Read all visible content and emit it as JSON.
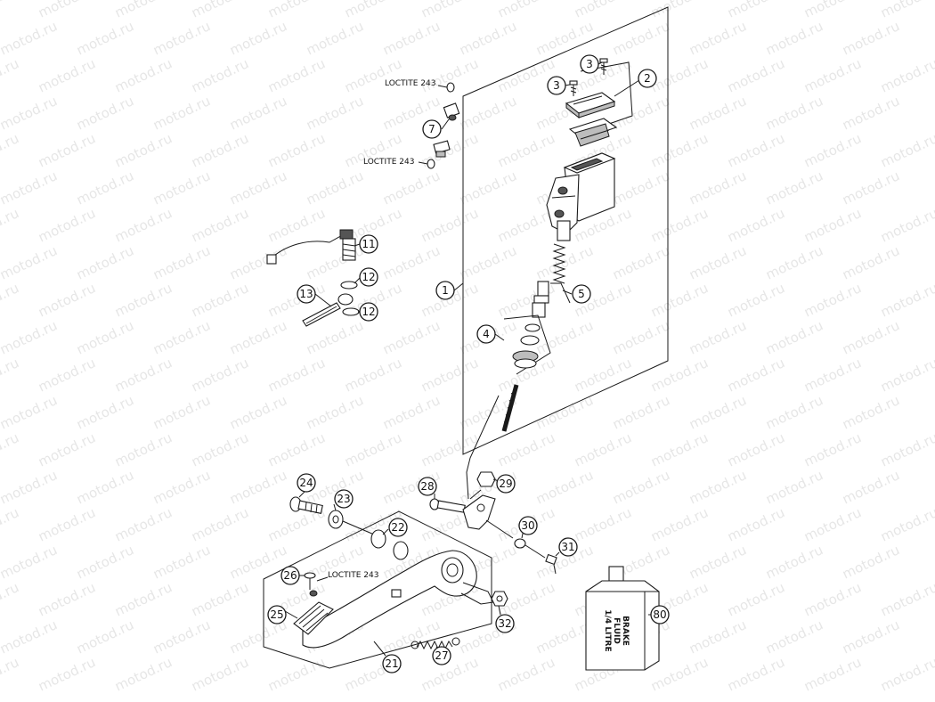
{
  "watermark": "motod.ru",
  "labels": {
    "loctite_top": "LOCTITE 243",
    "loctite_mid": "LOCTITE 243",
    "loctite_bottom": "LOCTITE 243",
    "fluid_line1": "BRAKE",
    "fluid_line2": "FLUID",
    "fluid_line3": "1/4 LITRE"
  },
  "callouts": {
    "c1": "1",
    "c2": "2",
    "c3a": "3",
    "c3b": "3",
    "c4": "4",
    "c5": "5",
    "c7": "7",
    "c11": "11",
    "c12a": "12",
    "c12b": "12",
    "c13": "13",
    "c21": "21",
    "c22": "22",
    "c23": "23",
    "c24": "24",
    "c25": "25",
    "c26": "26",
    "c27": "27",
    "c28": "28",
    "c29": "29",
    "c30": "30",
    "c31": "31",
    "c32": "32",
    "c80": "80"
  }
}
